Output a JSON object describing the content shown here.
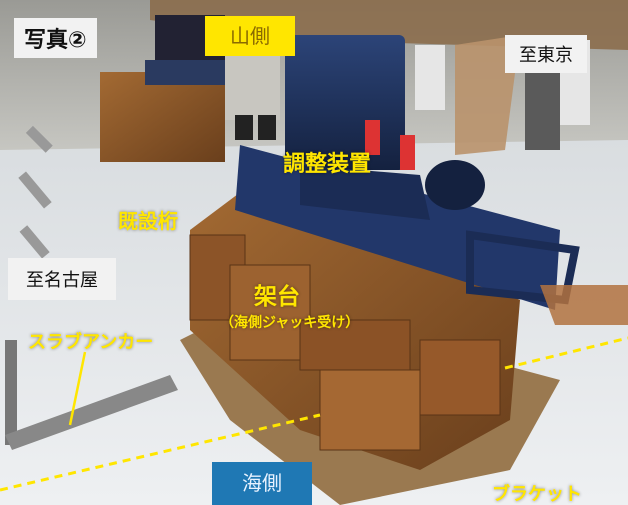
{
  "photo_number_label": "写真②",
  "labels": {
    "mountain_side": "山側",
    "to_tokyo": "至東京",
    "to_nagoya": "至名古屋",
    "sea_side": "海側",
    "adjusting_device": "調整装置",
    "existing_girder": "既設桁",
    "stand": "架台",
    "stand_note": "（海側ジャッキ受け）",
    "slab_anchor": "スラブアンカー",
    "bracket": "ブラケット"
  },
  "colors": {
    "annotation_yellow": "#ffe600",
    "sea_side_box": "#1f78b4",
    "mountain_box": "#ffe600",
    "label_box_gray": "#f2f2f2",
    "rust": "#8a5a2b",
    "steel_navy": "#1b2f5e"
  }
}
